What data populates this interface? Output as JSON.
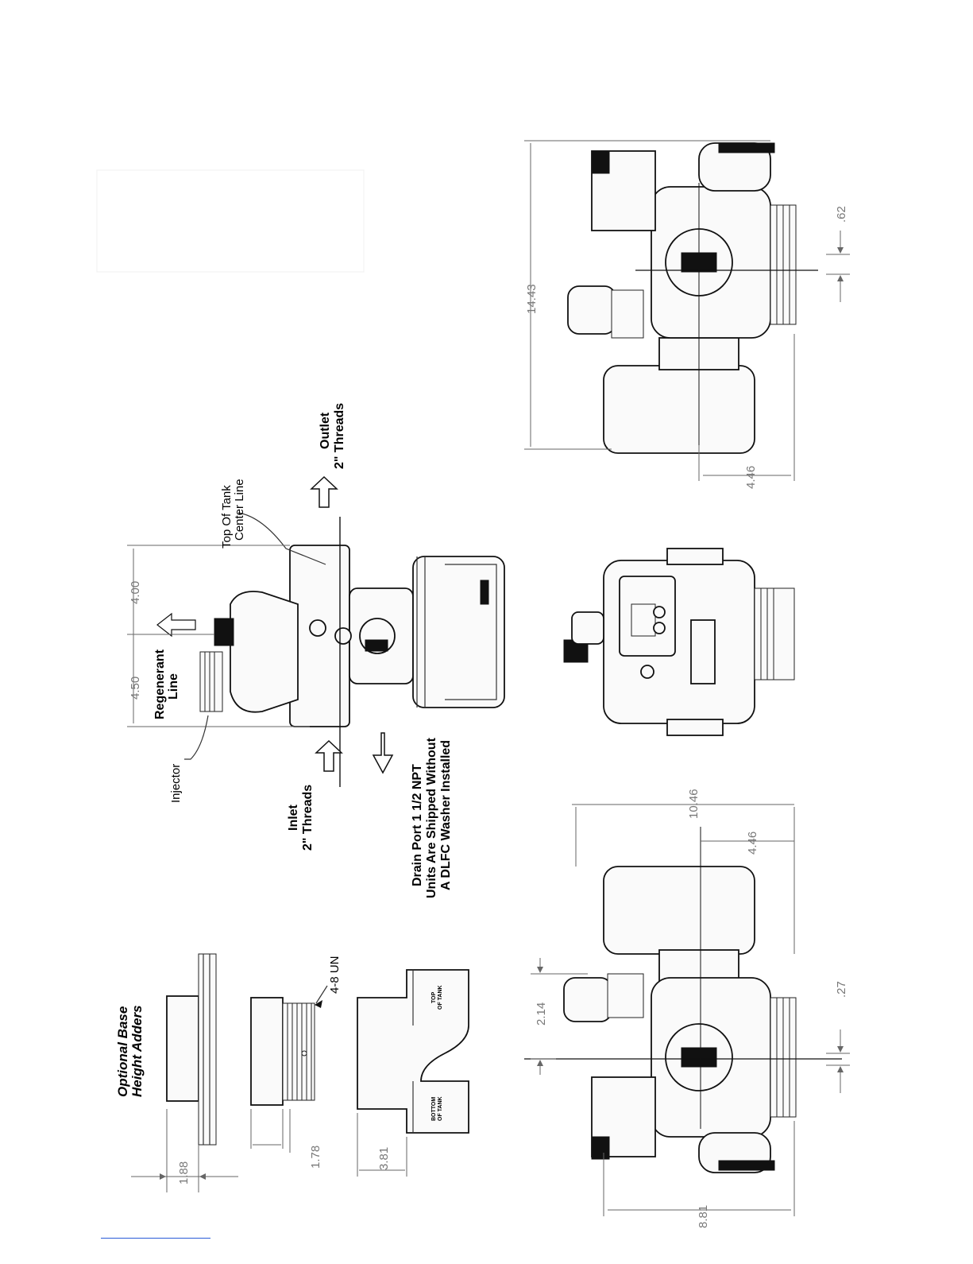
{
  "labels": {
    "optional_base": [
      "Optional Base",
      "Height Adders"
    ],
    "thread_4_8un": "4-8 UN",
    "top_of_tank_small": [
      "TOP",
      "OF TANK"
    ],
    "bottom_of_tank_small": [
      "BOTTOM",
      "OF TANK"
    ],
    "injector": "Injector",
    "regenerant": [
      "Regenerant",
      "Line"
    ],
    "top_of_tank_centerline": [
      "Top Of Tank",
      "Center Line"
    ],
    "outlet": [
      "Outlet",
      "2\" Threads"
    ],
    "inlet": [
      "Inlet",
      "2\" Threads"
    ],
    "drain": [
      "Drain Port 1 1/2 NPT",
      "Units Are Shipped Without",
      "A DLFC Washer Installed"
    ]
  },
  "dimensions": {
    "d188": "1.88",
    "d178": "1.78",
    "d381": "3.81",
    "d450": "4.50",
    "d400": "4.00",
    "d1443": "14.43",
    "d062": ".62",
    "d446_right": "4.46",
    "d1046": "10.46",
    "d446_left": "4.46",
    "d214": "2.14",
    "d027": ".27",
    "d881": "8.81"
  },
  "colors": {
    "line": "#111111",
    "dimension": "#777777",
    "rule": "#2a5bd7"
  }
}
